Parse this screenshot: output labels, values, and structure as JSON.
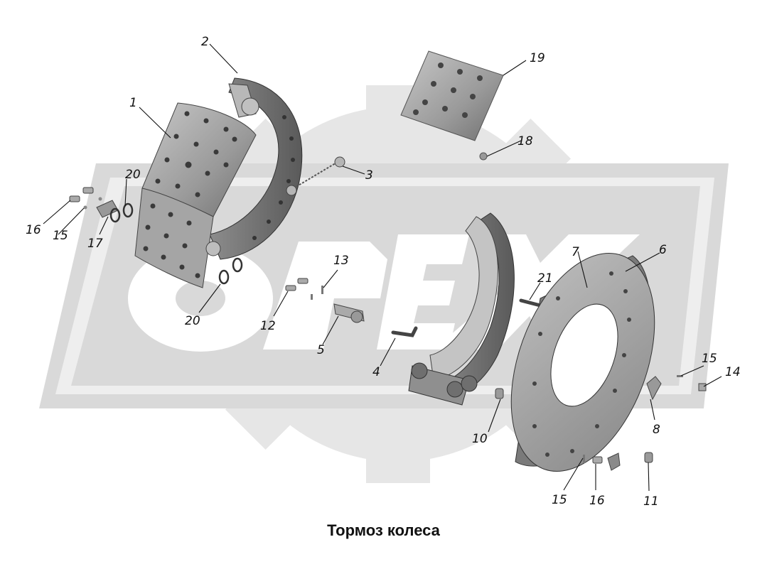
{
  "caption": "Тормоз колеса",
  "watermark": {
    "gear_color": "#e6e6e6",
    "band_color": "#d9d9d9",
    "text_color": "#ffffff"
  },
  "callouts": [
    {
      "id": "1",
      "label": "1"
    },
    {
      "id": "2",
      "label": "2"
    },
    {
      "id": "3",
      "label": "3"
    },
    {
      "id": "4",
      "label": "4"
    },
    {
      "id": "5",
      "label": "5"
    },
    {
      "id": "6",
      "label": "6"
    },
    {
      "id": "7",
      "label": "7"
    },
    {
      "id": "8",
      "label": "8"
    },
    {
      "id": "10",
      "label": "10"
    },
    {
      "id": "11",
      "label": "11"
    },
    {
      "id": "12",
      "label": "12"
    },
    {
      "id": "13",
      "label": "13"
    },
    {
      "id": "14",
      "label": "14"
    },
    {
      "id": "15a",
      "label": "15"
    },
    {
      "id": "15b",
      "label": "15"
    },
    {
      "id": "15c",
      "label": "15"
    },
    {
      "id": "16a",
      "label": "16"
    },
    {
      "id": "16b",
      "label": "16"
    },
    {
      "id": "17",
      "label": "17"
    },
    {
      "id": "18",
      "label": "18"
    },
    {
      "id": "19",
      "label": "19"
    },
    {
      "id": "20a",
      "label": "20"
    },
    {
      "id": "20b",
      "label": "20"
    },
    {
      "id": "21",
      "label": "21"
    }
  ]
}
